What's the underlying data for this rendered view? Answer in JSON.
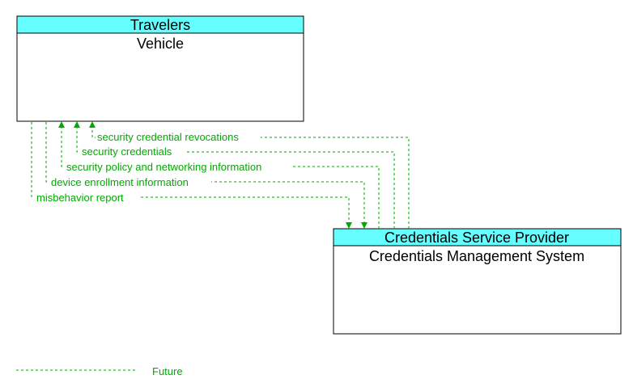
{
  "colors": {
    "header_fill": "#66ffff",
    "flow_line": "#00aa00",
    "flow_label": "#00aa00",
    "box_border": "#000000"
  },
  "entities": {
    "vehicle": {
      "header": "Travelers",
      "name": "Vehicle"
    },
    "cms": {
      "header": "Credentials Service Provider",
      "name": "Credentials Management System"
    }
  },
  "flows": [
    {
      "label": "security credential revocations",
      "direction": "to-vehicle"
    },
    {
      "label": "security credentials",
      "direction": "to-vehicle"
    },
    {
      "label": "security policy and networking information",
      "direction": "to-vehicle"
    },
    {
      "label": "device enrollment information",
      "direction": "to-cms"
    },
    {
      "label": "misbehavior report",
      "direction": "to-cms"
    }
  ],
  "legend": {
    "future_label": "Future",
    "icon": "dashed-green-line"
  }
}
